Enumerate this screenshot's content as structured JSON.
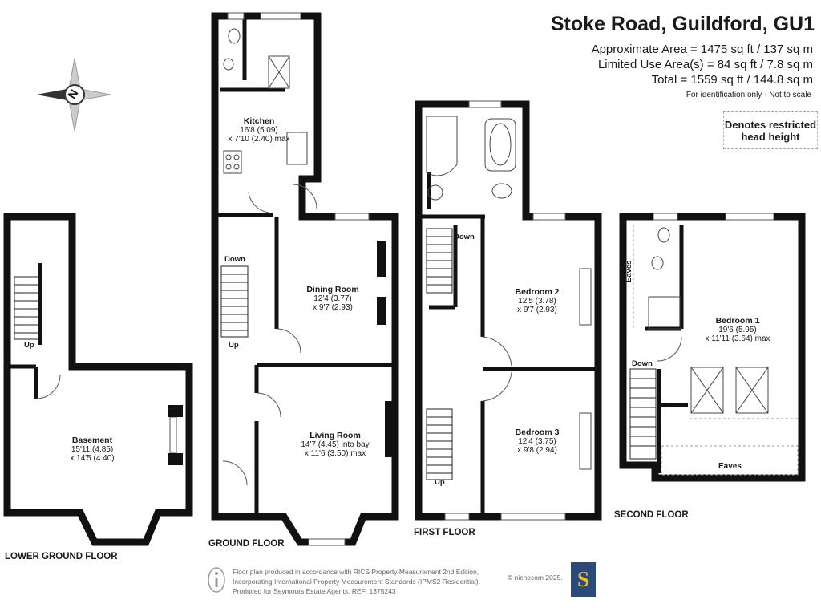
{
  "header": {
    "title": "Stoke Road, Guildford, GU1",
    "approx_area": "Approximate Area = 1475 sq ft / 137 sq m",
    "limited_area": "Limited Use Area(s) = 84 sq ft / 7.8 sq m",
    "total_area": "Total = 1559 sq ft / 144.8 sq m",
    "identification": "For identification only - Not to scale",
    "restricted_line1": "Denotes restricted",
    "restricted_line2": "head height"
  },
  "compass": {
    "letter": "N",
    "icon": "compass-icon"
  },
  "floors": {
    "lower_ground": "LOWER GROUND FLOOR",
    "ground": "GROUND FLOOR",
    "first": "FIRST FLOOR",
    "second": "SECOND FLOOR"
  },
  "rooms": {
    "basement": {
      "name": "Basement",
      "dim1": "15'11 (4.85)",
      "dim2": "x 14'5 (4.40)"
    },
    "kitchen": {
      "name": "Kitchen",
      "dim1": "16'8 (5.09)",
      "dim2": "x 7'10 (2.40) max"
    },
    "dining": {
      "name": "Dining Room",
      "dim1": "12'4 (3.77)",
      "dim2": "x 9'7 (2.93)"
    },
    "living": {
      "name": "Living Room",
      "dim1": "14'7 (4.45) into bay",
      "dim2": "x 11'6 (3.50) max"
    },
    "bedroom2": {
      "name": "Bedroom 2",
      "dim1": "12'5 (3.78)",
      "dim2": "x 9'7 (2.93)"
    },
    "bedroom3": {
      "name": "Bedroom 3",
      "dim1": "12'4 (3.75)",
      "dim2": "x 9'8 (2.94)"
    },
    "bedroom1": {
      "name": "Bedroom 1",
      "dim1": "19'6 (5.95)",
      "dim2": "x 11'11 (3.64) max"
    }
  },
  "labels": {
    "up": "Up",
    "down": "Down",
    "eaves": "Eaves"
  },
  "footer": {
    "line1": "Floor plan produced in accordance with RICS Property Measurement 2nd Edition,",
    "line2": "Incorporating International Property Measurement Standards (IPMS2 Residential).",
    "line3": "Produced for Seymours Estate Agents.   REF: 1375243",
    "copyright": "© nichecom 2025.",
    "logo_letter": "S",
    "brand_color": "#2b4a7a",
    "logo_accent": "#e8b830"
  }
}
